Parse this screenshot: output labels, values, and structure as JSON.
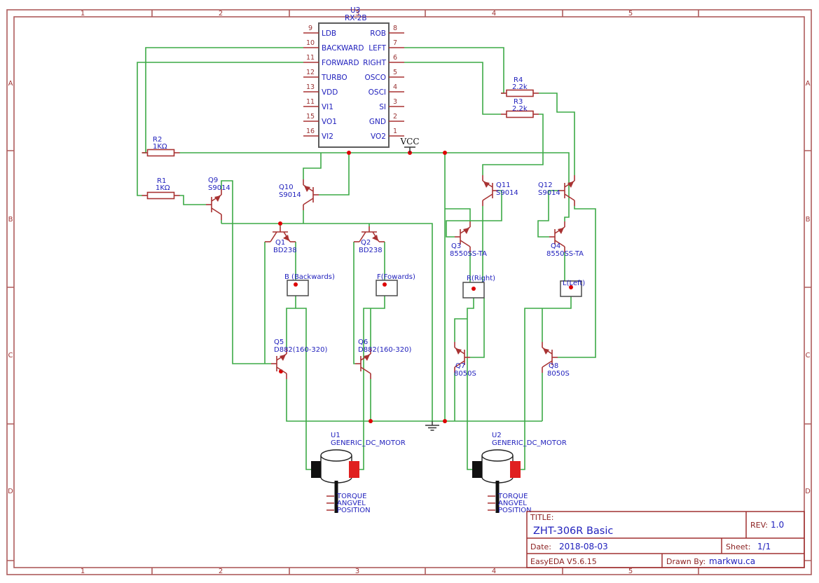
{
  "frame": {
    "columns": [
      "1",
      "2",
      "3",
      "4",
      "5"
    ],
    "rows": [
      "A",
      "B",
      "C",
      "D"
    ]
  },
  "ic": {
    "ref": "U3",
    "value": "RX-2B",
    "left_pins": [
      {
        "num": "9",
        "name": "LDB"
      },
      {
        "num": "10",
        "name": "BACKWARD"
      },
      {
        "num": "11",
        "name": "FORWARD"
      },
      {
        "num": "12",
        "name": "TURBO"
      },
      {
        "num": "13",
        "name": "VDD"
      },
      {
        "num": "11",
        "name": "VI1"
      },
      {
        "num": "15",
        "name": "VO1"
      },
      {
        "num": "16",
        "name": "VI2"
      }
    ],
    "right_pins": [
      {
        "num": "8",
        "name": "ROB"
      },
      {
        "num": "7",
        "name": "LEFT"
      },
      {
        "num": "6",
        "name": "RIGHT"
      },
      {
        "num": "5",
        "name": "OSCO"
      },
      {
        "num": "4",
        "name": "OSCI"
      },
      {
        "num": "3",
        "name": "SI"
      },
      {
        "num": "2",
        "name": "GND"
      },
      {
        "num": "1",
        "name": "VO2"
      }
    ]
  },
  "resistors": [
    {
      "ref": "R2",
      "value": "1KΩ"
    },
    {
      "ref": "R1",
      "value": "1KΩ"
    },
    {
      "ref": "R4",
      "value": "2.2k"
    },
    {
      "ref": "R3",
      "value": "2.2k"
    }
  ],
  "transistors": [
    {
      "ref": "Q9",
      "value": "S9014"
    },
    {
      "ref": "Q10",
      "value": "S9014"
    },
    {
      "ref": "Q11",
      "value": "S9014"
    },
    {
      "ref": "Q12",
      "value": "S9014"
    },
    {
      "ref": "Q1",
      "value": "BD238"
    },
    {
      "ref": "Q2",
      "value": "BD238"
    },
    {
      "ref": "Q3",
      "value": "8550SS-TA"
    },
    {
      "ref": "Q4",
      "value": "8550SS-TA"
    },
    {
      "ref": "Q5",
      "value": "D882(160-320)"
    },
    {
      "ref": "Q6",
      "value": "D882(160-320)"
    },
    {
      "ref": "Q7",
      "value": "8050S"
    },
    {
      "ref": "Q8",
      "value": "8050S"
    }
  ],
  "test_points": [
    {
      "label": "B (Backwards)"
    },
    {
      "label": "F(Fowards)"
    },
    {
      "label": "R(Right)"
    },
    {
      "label": "L(Left)"
    }
  ],
  "motors": [
    {
      "ref": "U1",
      "value": "GENERIC_DC_MOTOR",
      "pins": [
        "TORQUE",
        "ANGVEL",
        "POSITION"
      ]
    },
    {
      "ref": "U2",
      "value": "GENERIC_DC_MOTOR",
      "pins": [
        "TORQUE",
        "ANGVEL",
        "POSITION"
      ]
    }
  ],
  "net_labels": {
    "vcc": "VCC"
  },
  "title_block": {
    "title_label": "TITLE:",
    "title": "ZHT-306R Basic",
    "rev_label": "REV:",
    "rev": "1.0",
    "date_label": "Date:",
    "date": "2018-08-03",
    "sheet_label": "Sheet:",
    "sheet": "1/1",
    "tool": "EasyEDA V5.6.15",
    "drawn_by_label": "Drawn By:",
    "drawn_by": "markwu.ca"
  },
  "colors": {
    "wire": "#3caa46",
    "symbol": "#a83232",
    "junction": "#dd0000",
    "text_blue": "#2121bd",
    "frame": "#ad5c5c"
  }
}
